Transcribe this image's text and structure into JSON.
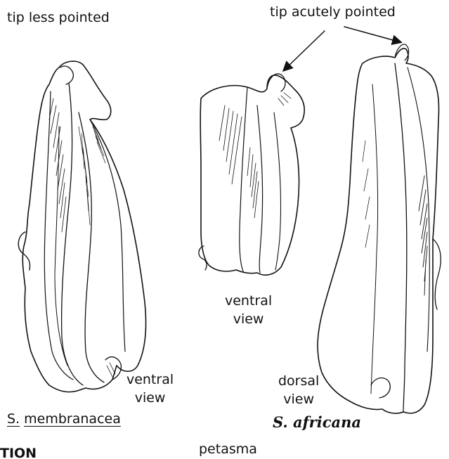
{
  "labels": {
    "tip_less_pointed": "tip less pointed",
    "tip_acutely_pointed": "tip acutely pointed",
    "ventral_view_left": "ventral\nview",
    "ventral_view_middle": "ventral\nview",
    "dorsal_view_right": "dorsal\nview",
    "species_left_genus": "S.",
    "species_left_epithet": "membranacea",
    "species_right": "S. africana",
    "caption_bottom": "petasma",
    "cropped_text": "TION"
  },
  "colors": {
    "ink": "#111111",
    "background": "#ffffff"
  }
}
